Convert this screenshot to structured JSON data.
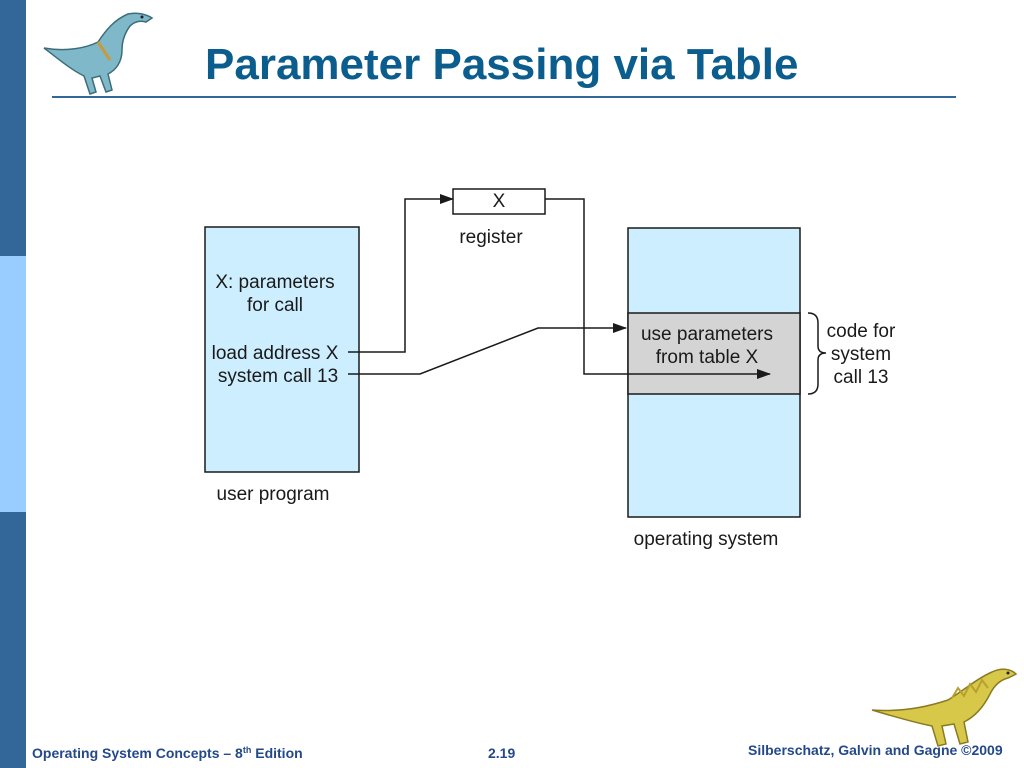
{
  "slide": {
    "title": "Parameter Passing via Table"
  },
  "diagram": {
    "register": {
      "value": "X",
      "label": "register"
    },
    "user_program": {
      "label": "user program",
      "line1": "X: parameters",
      "line2": "for call",
      "line3": "load address X",
      "line4": "system call 13"
    },
    "operating_system": {
      "label": "operating system",
      "section_line1": "use parameters",
      "section_line2": "from table X"
    },
    "brace_note": {
      "line1": "code for",
      "line2": "system",
      "line3": "call 13"
    }
  },
  "footer": {
    "left_text": "Operating System Concepts – 8",
    "left_sup": "th",
    "left_tail": " Edition",
    "center": "2.19",
    "right": "Silberschatz, Galvin and Gagne ©2009"
  },
  "colors": {
    "box_fill": "#cceeff",
    "section_fill": "#d4d4d4",
    "title": "#0b5d8e",
    "footer_text": "#24498b",
    "sidebar_dark": "#336699",
    "sidebar_light": "#99ccff"
  }
}
